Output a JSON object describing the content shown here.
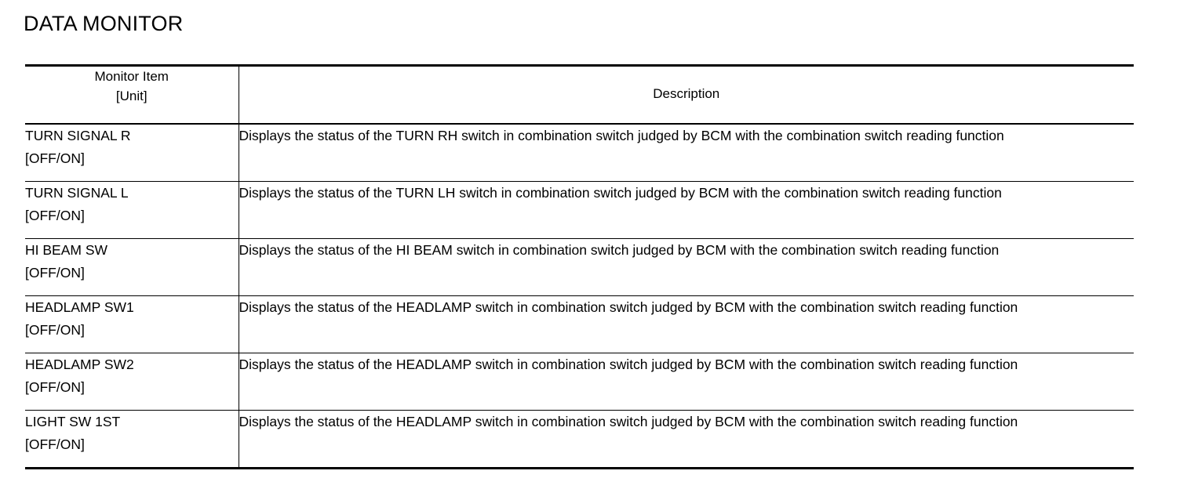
{
  "page": {
    "title": "DATA MONITOR"
  },
  "table": {
    "headers": {
      "item_line1": "Monitor Item",
      "item_line2": "[Unit]",
      "description": "Description"
    },
    "rows": [
      {
        "item": "TURN SIGNAL R",
        "unit": "[OFF/ON]",
        "description": "Displays the status of the TURN RH switch in combination switch judged by BCM with the combination switch reading function"
      },
      {
        "item": "TURN SIGNAL L",
        "unit": "[OFF/ON]",
        "description": "Displays the status of the TURN LH switch in combination switch judged by BCM with the combination switch reading function"
      },
      {
        "item": "HI BEAM SW",
        "unit": "[OFF/ON]",
        "description": "Displays the status of the HI BEAM switch in combination switch judged by BCM with the combination switch reading function"
      },
      {
        "item": "HEADLAMP SW1",
        "unit": "[OFF/ON]",
        "description": "Displays the status of the HEADLAMP switch in combination switch judged by BCM with the combination switch reading function"
      },
      {
        "item": "HEADLAMP SW2",
        "unit": "[OFF/ON]",
        "description": "Displays the status of the HEADLAMP switch in combination switch judged by BCM with the combination switch reading function"
      },
      {
        "item": "LIGHT SW 1ST",
        "unit": "[OFF/ON]",
        "description": "Displays the status of the HEADLAMP switch in combination switch judged by BCM with the combination switch reading function"
      }
    ]
  }
}
